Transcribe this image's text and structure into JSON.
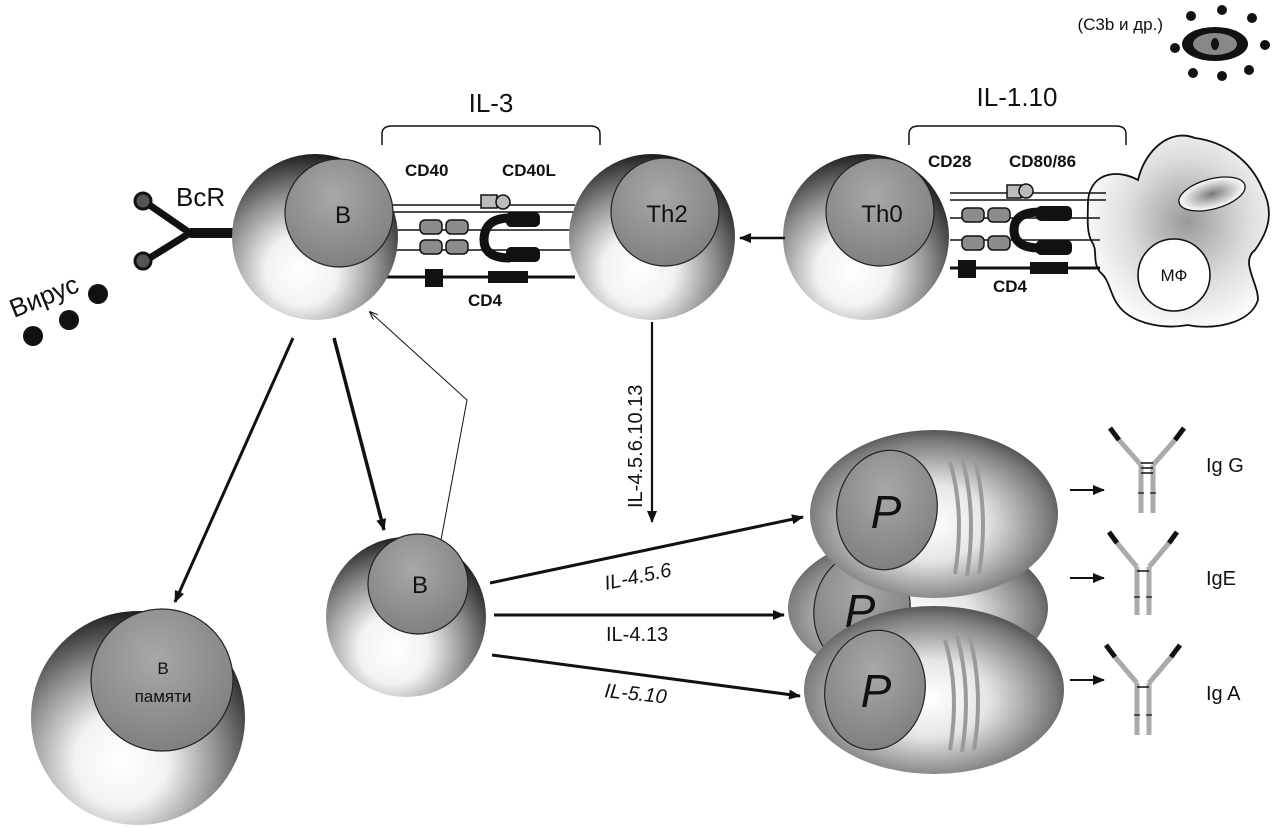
{
  "labels": {
    "c3b": "(C3b и др.)",
    "il_3": "IL-3",
    "il_1_10": "IL-1.10",
    "bcr": "BcR",
    "virus": "Вирус",
    "cd40": "CD40",
    "cd40l": "CD40L",
    "cd4_left": "CD4",
    "cd28": "CD28",
    "cd80_86": "CD80/86",
    "cd4_right": "CD4",
    "macrophage": "МФ",
    "il_vertical": "IL-4.5.6.10.13",
    "il_456": "IL-4.5.6",
    "il_413": "IL-4.13",
    "il_510": "IL-5.10"
  },
  "cells": {
    "b_top": "B",
    "th2": "Th2",
    "th0": "Th0",
    "b_mid": "B",
    "b_memory_line1": "B",
    "b_memory_line2": "памяти",
    "plasma_1": "P",
    "plasma_2": "P",
    "plasma_3": "P"
  },
  "antibodies": {
    "igg": "Ig G",
    "ige": "IgE",
    "iga": "Ig A"
  },
  "colors": {
    "black": "#111111",
    "nucleus": "#8a8a8a",
    "cell_light": "#ffffff",
    "cell_dark": "#1a1a1a",
    "receptor_gray": "#8c8c8c"
  }
}
